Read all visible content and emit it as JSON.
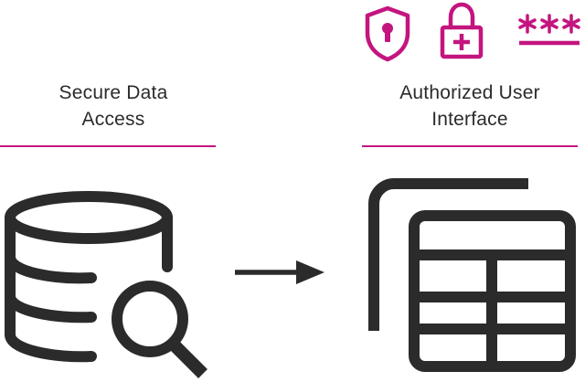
{
  "colors": {
    "accent": "#c4157f",
    "ink": "#2b2b2b",
    "background": "#ffffff"
  },
  "left_panel": {
    "label_lines": [
      "Secure Data",
      "Access"
    ],
    "icon": "database-search-icon"
  },
  "right_panel": {
    "label_lines": [
      "Authorized User",
      "Interface"
    ],
    "icon": "table-window-icon"
  },
  "security_icons": [
    "shield-keyhole-icon",
    "padlock-plus-icon",
    "password-asterisks-icon"
  ],
  "connector": "arrow-right-icon"
}
